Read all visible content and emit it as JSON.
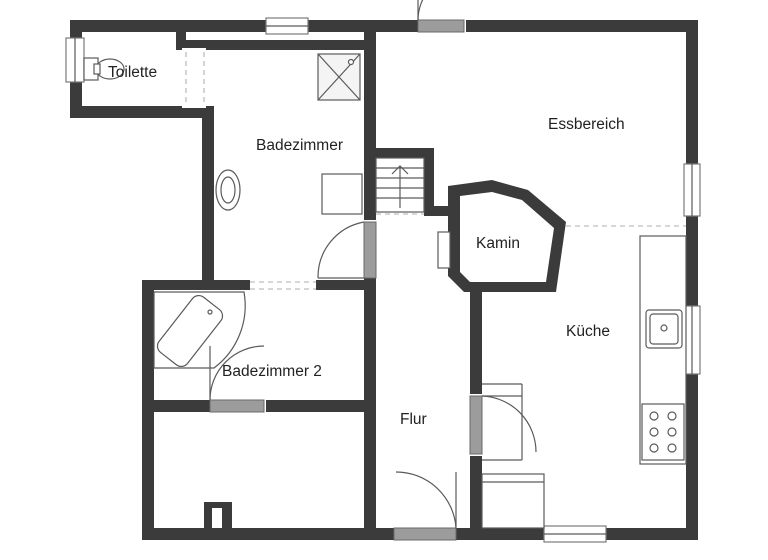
{
  "rooms": {
    "toilette": "Toilette",
    "badezimmer": "Badezimmer",
    "essbereich": "Essbereich",
    "kamin": "Kamin",
    "kueche": "Küche",
    "badezimmer2": "Badezimmer 2",
    "flur": "Flur"
  },
  "colors": {
    "wall": "#3b3b3b",
    "door": "#9c9c9c",
    "background": "#ffffff"
  },
  "icons": [
    "toilet-icon",
    "shower-icon",
    "sink-icon",
    "bathtub-icon",
    "stairs-icon",
    "stove-icon",
    "kitchen-sink-icon",
    "fireplace-icon"
  ]
}
